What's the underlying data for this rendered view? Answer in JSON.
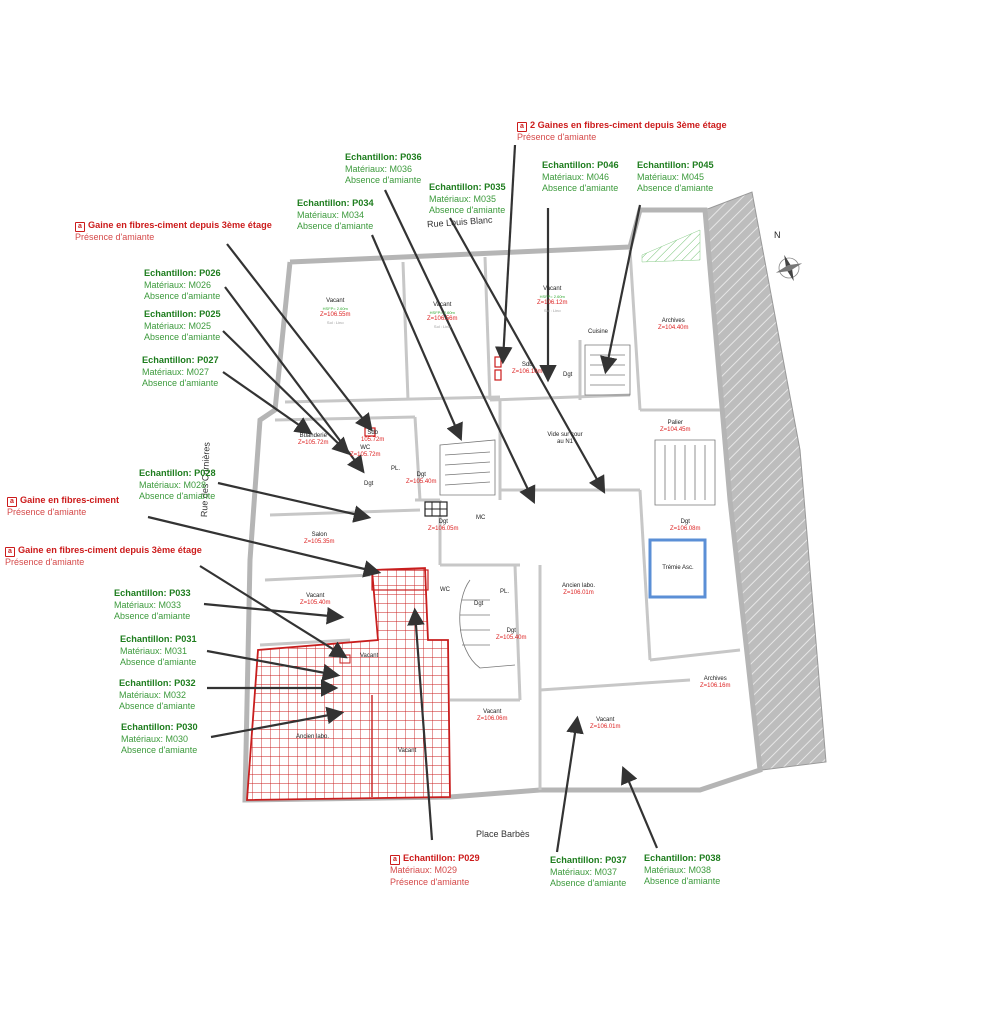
{
  "streets": {
    "north": "Rue Louis Blanc",
    "west": "Rue des Cornières",
    "south": "Place Barbès"
  },
  "compass_letter": "N",
  "callouts": [
    {
      "id": "gaine-top",
      "status": "present",
      "title": "2 Gaines en fibres-ciment depuis 3ème étage",
      "lines": [
        "Présence d'amiante"
      ]
    },
    {
      "id": "p036",
      "status": "absent",
      "title": "Echantillon: P036",
      "lines": [
        "Matériaux: M036",
        "Absence d'amiante"
      ]
    },
    {
      "id": "p046",
      "status": "absent",
      "title": "Echantillon: P046",
      "lines": [
        "Matériaux: M046",
        "Absence d'amiante"
      ]
    },
    {
      "id": "p045",
      "status": "absent",
      "title": "Echantillon: P045",
      "lines": [
        "Matériaux: M045",
        "Absence d'amiante"
      ]
    },
    {
      "id": "p035",
      "status": "absent",
      "title": "Echantillon: P035",
      "lines": [
        "Matériaux: M035",
        "Absence d'amiante"
      ]
    },
    {
      "id": "p034",
      "status": "absent",
      "title": "Echantillon: P034",
      "lines": [
        "Matériaux: M034",
        "Absence d'amiante"
      ]
    },
    {
      "id": "gaine-left1",
      "status": "present",
      "title": "Gaine en fibres-ciment depuis 3ème étage",
      "lines": [
        "Présence d'amiante"
      ]
    },
    {
      "id": "p026",
      "status": "absent",
      "title": "Echantillon: P026",
      "lines": [
        "Matériaux: M026",
        "Absence d'amiante"
      ]
    },
    {
      "id": "p025",
      "status": "absent",
      "title": "Echantillon: P025",
      "lines": [
        "Matériaux: M025",
        "Absence d'amiante"
      ]
    },
    {
      "id": "p027",
      "status": "absent",
      "title": "Echantillon: P027",
      "lines": [
        "Matériaux: M027",
        "Absence d'amiante"
      ]
    },
    {
      "id": "p028",
      "status": "absent",
      "title": "Echantillon: P028",
      "lines": [
        "Matériaux: M028",
        "Absence d'amiante"
      ]
    },
    {
      "id": "gaine-left2",
      "status": "present",
      "title": "Gaine en fibres-ciment",
      "lines": [
        "Présence d'amiante"
      ]
    },
    {
      "id": "gaine-left3",
      "status": "present",
      "title": "Gaine en fibres-ciment depuis 3ème étage",
      "lines": [
        "Présence d'amiante"
      ]
    },
    {
      "id": "p033",
      "status": "absent",
      "title": "Echantillon: P033",
      "lines": [
        "Matériaux: M033",
        "Absence d'amiante"
      ]
    },
    {
      "id": "p031",
      "status": "absent",
      "title": "Echantillon: P031",
      "lines": [
        "Matériaux: M031",
        "Absence d'amiante"
      ]
    },
    {
      "id": "p032",
      "status": "absent",
      "title": "Echantillon: P032",
      "lines": [
        "Matériaux: M032",
        "Absence d'amiante"
      ]
    },
    {
      "id": "p030",
      "status": "absent",
      "title": "Echantillon: P030",
      "lines": [
        "Matériaux: M030",
        "Absence d'amiante"
      ]
    },
    {
      "id": "p029",
      "status": "present",
      "title": "Echantillon: P029",
      "lines": [
        "Matériaux: M029",
        "Présence d'amiante"
      ]
    },
    {
      "id": "p037",
      "status": "absent",
      "title": "Echantillon: P037",
      "lines": [
        "Matériaux: M037",
        "Absence d'amiante"
      ]
    },
    {
      "id": "p038",
      "status": "absent",
      "title": "Echantillon: P038",
      "lines": [
        "Matériaux: M038",
        "Absence d'amiante"
      ]
    }
  ],
  "rooms": [
    {
      "id": "vacent-nw",
      "name": "Vacant",
      "alt": "Z=106.55m"
    },
    {
      "id": "vacent-n",
      "name": "Vacant",
      "alt": "Z=106.56m"
    },
    {
      "id": "vacent-ne",
      "name": "Vacant",
      "alt": "Z=106.12m"
    },
    {
      "id": "sdb-n",
      "name": "Sdb",
      "alt": "Z=106.10m"
    },
    {
      "id": "dgt-ne",
      "name": "Dgt",
      "alt": ""
    },
    {
      "id": "cuisine",
      "name": "Cuisine",
      "alt": ""
    },
    {
      "id": "archives-n",
      "name": "Archives",
      "alt": "Z=104.40m"
    },
    {
      "id": "buanderie",
      "name": "Buanderie",
      "alt": "Z=105.72m"
    },
    {
      "id": "sdb-mid",
      "name": "Sdb",
      "alt": "105.72m"
    },
    {
      "id": "wc-mid",
      "name": "WC",
      "alt": "Z=105.72m"
    },
    {
      "id": "vide",
      "name": "Vide sur cour au N1",
      "alt": ""
    },
    {
      "id": "palier",
      "name": "Palier",
      "alt": "Z=104.45m"
    },
    {
      "id": "dgt-w",
      "name": "Dgt",
      "alt": ""
    },
    {
      "id": "pl-w",
      "name": "PL.",
      "alt": ""
    },
    {
      "id": "dgt-c",
      "name": "Dgt",
      "alt": "Z=105.40m"
    },
    {
      "id": "salon",
      "name": "Salon",
      "alt": "Z=105.35m"
    },
    {
      "id": "dgt-c2",
      "name": "Dgt",
      "alt": "Z=106.05m"
    },
    {
      "id": "mc",
      "name": "MC",
      "alt": ""
    },
    {
      "id": "dgt-e",
      "name": "Dgt",
      "alt": "Z=106.08m"
    },
    {
      "id": "tremie",
      "name": "Trémie Asc.",
      "alt": ""
    },
    {
      "id": "ancien-labo",
      "name": "Ancien labo.",
      "alt": "Z=106.01m"
    },
    {
      "id": "vacent-w",
      "name": "Vacant",
      "alt": "Z=105.40m"
    },
    {
      "id": "wc-s",
      "name": "WC",
      "alt": ""
    },
    {
      "id": "dgt-s",
      "name": "Dgt",
      "alt": ""
    },
    {
      "id": "pl-s",
      "name": "PL.",
      "alt": ""
    },
    {
      "id": "dgt-s2",
      "name": "Dgt",
      "alt": "Z=105.40m"
    },
    {
      "id": "archives-s",
      "name": "Archives",
      "alt": "Z=106.16m"
    },
    {
      "id": "vacent-sc",
      "name": "Vacant",
      "alt": "Z=106.06m"
    },
    {
      "id": "vacent-se",
      "name": "Vacant",
      "alt": "Z=106.01m"
    },
    {
      "id": "ancien-labo-sw",
      "name": "Ancien labo.",
      "alt": ""
    },
    {
      "id": "vacent-sw",
      "name": "Vacant",
      "alt": ""
    },
    {
      "id": "vacant-sw2",
      "name": "Vacant",
      "alt": ""
    }
  ],
  "colors": {
    "present": "#cc1b1b",
    "absent": "#1e7d1e",
    "arrow": "#333333",
    "wall": "#b9b9b9",
    "asbestos_hatch": "#c81e1e"
  }
}
